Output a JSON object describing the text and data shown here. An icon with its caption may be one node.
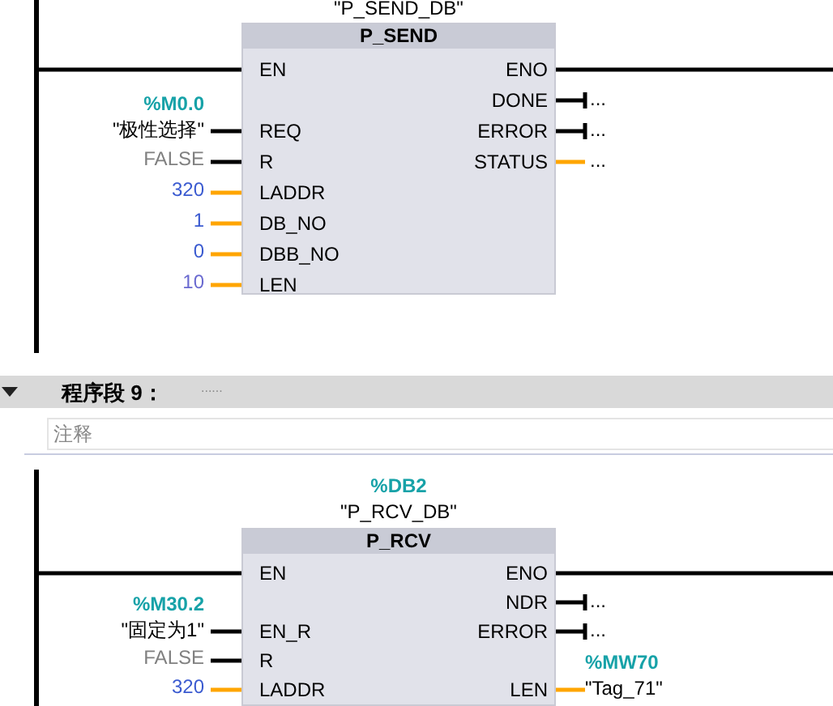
{
  "diagram": {
    "nodes": [
      {
        "text": [],
        "shape": "bar"
      },
      {
        "text": [
          "P_SEND"
        ],
        "beside": [
          "\"P_SEND_DB\""
        ]
      },
      {
        "text": [
          "EN"
        ],
        "in": 1
      },
      {
        "text": [
          "ENO"
        ],
        "in": 1
      },
      {
        "text": [
          "DONE"
        ],
        "in": 1
      },
      {
        "text": [
          "REQ"
        ],
        "in": 1
      },
      {
        "text": [
          "ERROR"
        ],
        "in": 1
      },
      {
        "text": [
          "R"
        ],
        "in": 1
      },
      {
        "text": [
          "STATUS"
        ],
        "in": 1
      },
      {
        "text": [
          "LADDR"
        ],
        "in": 1
      },
      {
        "text": [
          "DB_NO"
        ],
        "in": 1
      },
      {
        "text": [
          "DBB_NO"
        ],
        "in": 1
      },
      {
        "text": [
          "LEN"
        ],
        "in": 1
      },
      {
        "text": [
          "%M0.0",
          "\"极性选择\""
        ]
      },
      {
        "text": [
          "FALSE"
        ]
      },
      {
        "text": [
          "320"
        ]
      },
      {
        "text": [
          "1"
        ]
      },
      {
        "text": [
          "0"
        ]
      },
      {
        "text": [
          "10"
        ]
      },
      {
        "text": [
          "..."
        ]
      },
      {
        "text": [
          "..."
        ]
      },
      {
        "text": [
          "..."
        ]
      },
      {
        "text": [],
        "shape": "bar"
      },
      {
        "text": [
          "P_RCV"
        ],
        "beside": [
          "%DB2",
          "\"P_RCV_DB\""
        ]
      },
      {
        "text": [
          "EN"
        ],
        "in": 23
      },
      {
        "text": [
          "ENO"
        ],
        "in": 23
      },
      {
        "text": [
          "NDR"
        ],
        "in": 23
      },
      {
        "text": [
          "EN_R"
        ],
        "in": 23
      },
      {
        "text": [
          "ERROR"
        ],
        "in": 23
      },
      {
        "text": [
          "R"
        ],
        "in": 23
      },
      {
        "text": [
          "LADDR"
        ],
        "in": 23
      },
      {
        "text": [
          "LEN"
        ],
        "in": 23
      },
      {
        "text": [
          "%M30.2",
          "\"固定为1\""
        ]
      },
      {
        "text": [
          "..."
        ]
      },
      {
        "text": [
          "..."
        ]
      },
      {
        "text": [
          "FALSE"
        ]
      },
      {
        "text": [
          "%MW70",
          "\"Tag_71\""
        ]
      },
      {
        "text": [
          "320"
        ]
      }
    ],
    "edges": [
      {
        "from": 0,
        "to": 2,
        "arrow": "none"
      },
      {
        "from": 3,
        "to": null,
        "arrow": "none"
      },
      {
        "from": 13,
        "to": 5,
        "arrow": "none"
      },
      {
        "from": 14,
        "to": 7,
        "arrow": "none"
      },
      {
        "from": 15,
        "to": 9,
        "arrow": "none",
        "color": "#ffa500"
      },
      {
        "from": 16,
        "to": 10,
        "arrow": "none",
        "color": "#ffa500"
      },
      {
        "from": 17,
        "to": 11,
        "arrow": "none",
        "color": "#ffa500"
      },
      {
        "from": 18,
        "to": 12,
        "arrow": "none",
        "color": "#ffa500"
      },
      {
        "from": 4,
        "to": 19,
        "arrow": "other"
      },
      {
        "from": 6,
        "to": 20,
        "arrow": "other"
      },
      {
        "from": 8,
        "to": 21,
        "arrow": "none",
        "color": "#ffa500"
      },
      {
        "from": 22,
        "to": 24,
        "arrow": "none"
      },
      {
        "from": 25,
        "to": null,
        "arrow": "none"
      },
      {
        "from": 26,
        "to": 33,
        "arrow": "other"
      },
      {
        "from": 32,
        "to": 27,
        "arrow": "none"
      },
      {
        "from": 28,
        "to": 34,
        "arrow": "other"
      },
      {
        "from": 35,
        "to": 29,
        "arrow": "none"
      },
      {
        "from": 31,
        "to": 36,
        "arrow": "none",
        "color": "#ffa500"
      },
      {
        "from": 37,
        "to": 30,
        "arrow": "none",
        "color": "#ffa500"
      }
    ],
    "labels": [
      "程序段 9：",
      "......",
      "注释"
    ]
  }
}
